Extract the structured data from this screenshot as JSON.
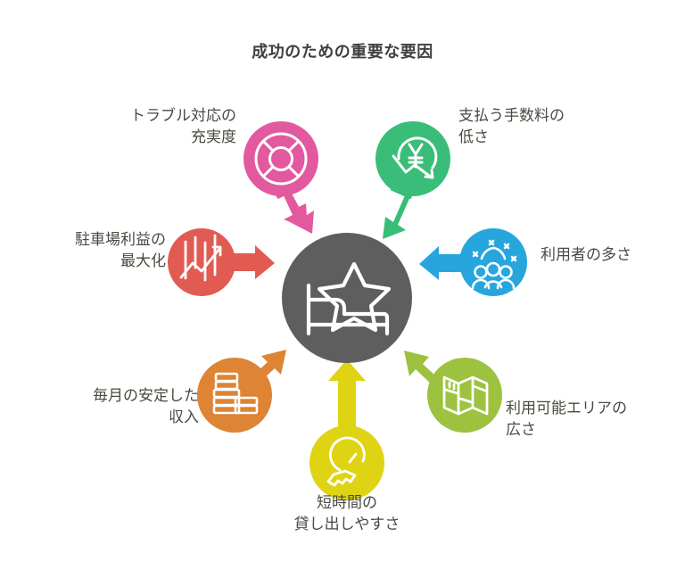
{
  "title": "成功のための重要な要因",
  "center": {
    "icon": "bed-with-star-icon",
    "color": "#5e5e5e",
    "icon_color": "#ffffff"
  },
  "colors": {
    "background": "#ffffff",
    "title_text": "#404040",
    "label_text": "#4a4a42",
    "center_circle": "#5e5e5e",
    "pink": "#e2599f",
    "green": "#39bd78",
    "red": "#e25b52",
    "blue": "#26a6dd",
    "orange": "#dd8435",
    "yellowgreen": "#9cc23f",
    "yellow": "#dfd414"
  },
  "nodes": [
    {
      "id": "trouble-support",
      "label_line1": "トラブル対応の",
      "label_line2": "充実度",
      "color": "#e2599f",
      "icon": "lifebuoy-icon",
      "arrow_direction": "down-right"
    },
    {
      "id": "low-fees",
      "label_line1": "支払う手数料の",
      "label_line2": "低さ",
      "color": "#39bd78",
      "icon": "yen-declining-chart-icon",
      "arrow_direction": "down-left"
    },
    {
      "id": "parking-profit-max",
      "label_line1": "駐車場利益の",
      "label_line2": "最大化",
      "color": "#e25b52",
      "icon": "growth-bar-chart-icon",
      "arrow_direction": "right"
    },
    {
      "id": "many-users",
      "label_line1": "利用者の多さ",
      "label_line2": "",
      "color": "#26a6dd",
      "icon": "group-of-people-icon",
      "arrow_direction": "left"
    },
    {
      "id": "stable-monthly-income",
      "label_line1": "毎月の安定した",
      "label_line2": "収入",
      "color": "#dd8435",
      "icon": "coin-stacks-icon",
      "arrow_direction": "up-right"
    },
    {
      "id": "wide-available-area",
      "label_line1": "利用可能エリアの",
      "label_line2": "広さ",
      "color": "#9cc23f",
      "icon": "folded-map-icon",
      "arrow_direction": "up-left"
    },
    {
      "id": "short-term-rental",
      "label_line1": "短時間の",
      "label_line2": "貸し出しやすさ",
      "color": "#dfd414",
      "icon": "key-clock-icon",
      "arrow_direction": "up"
    }
  ]
}
